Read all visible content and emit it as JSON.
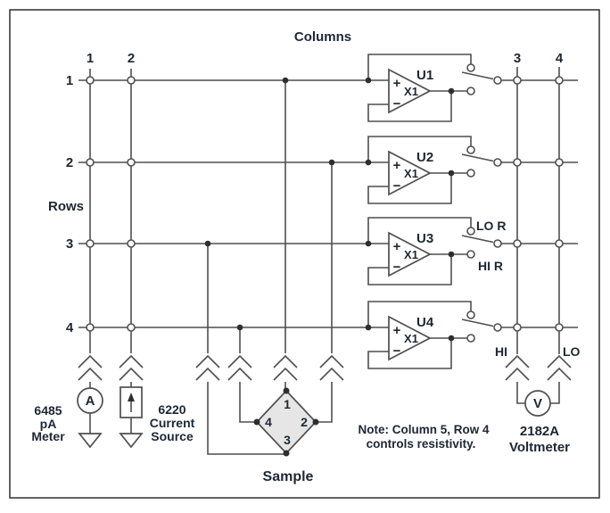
{
  "figure": {
    "columns_title": "Columns",
    "rows_title": "Rows",
    "row_labels": [
      "1",
      "2",
      "3",
      "4"
    ],
    "column_labels": [
      "1",
      "2",
      "3",
      "4"
    ],
    "amplifiers": [
      {
        "designator": "U1",
        "gain": "X1",
        "plus": "+",
        "minus": "−"
      },
      {
        "designator": "U2",
        "gain": "X1",
        "plus": "+",
        "minus": "−"
      },
      {
        "designator": "U3",
        "gain": "X1",
        "plus": "+",
        "minus": "−"
      },
      {
        "designator": "U4",
        "gain": "X1",
        "plus": "+",
        "minus": "−"
      }
    ],
    "resistivity_switch": {
      "top_contact": "LO R",
      "bottom_contact": "HI R"
    },
    "voltmeter_cables": {
      "hi": "HI",
      "lo": "LO"
    },
    "sample": {
      "label": "Sample",
      "terminal_top": "1",
      "terminal_right": "2",
      "terminal_bottom": "3",
      "terminal_left": "4"
    },
    "picoammeter": {
      "symbol": "A",
      "label_lines": [
        "6485",
        "pA",
        "Meter"
      ]
    },
    "current_source": {
      "label_lines": [
        "6220",
        "Current",
        "Source"
      ]
    },
    "voltmeter": {
      "symbol": "V",
      "label_lines": [
        "2182A",
        "Voltmeter"
      ]
    },
    "note_lines": [
      "Note: Column 5, Row 4",
      "controls resistivity."
    ],
    "colors": {
      "line": "#4f4f4f",
      "text": "#1d2734",
      "junction": "#2e2e2e",
      "sample_fill": "#e6e6e6",
      "border": "#3c3c3c",
      "background": "#ffffff"
    }
  }
}
